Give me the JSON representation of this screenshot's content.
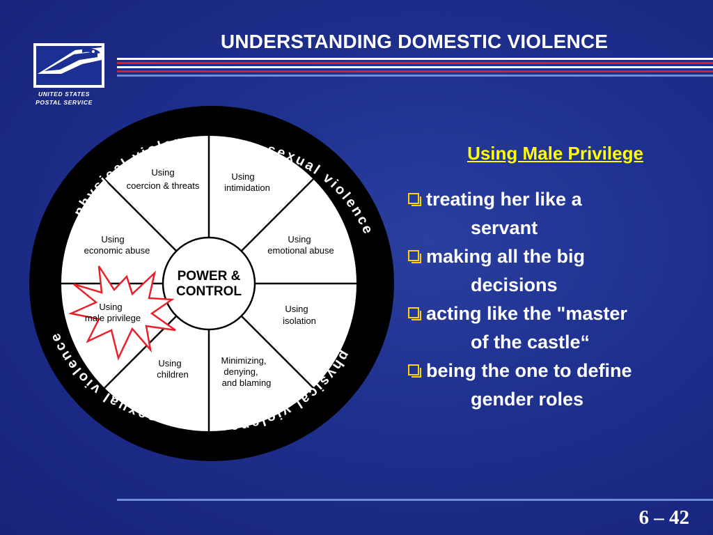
{
  "header": {
    "title": "UNDERSTANDING DOMESTIC VIOLENCE",
    "rule_colors": [
      "#ffffff",
      "#d4202b",
      "#ffffff",
      "#d4202b",
      "#ffffff"
    ]
  },
  "logo": {
    "line1": "UNITED STATES",
    "line2": "POSTAL SERVICE",
    "icon": "eagle-icon"
  },
  "wheel": {
    "outer_labels": [
      "physical violence",
      "sexual violence",
      "physical violence",
      "sexual violence"
    ],
    "center_line1": "POWER &",
    "center_line2": "CONTROL",
    "segments": [
      {
        "l1": "Using",
        "l2": "coercion & threats",
        "l3": ""
      },
      {
        "l1": "Using",
        "l2": "intimidation",
        "l3": ""
      },
      {
        "l1": "Using",
        "l2": "emotional abuse",
        "l3": ""
      },
      {
        "l1": "Using",
        "l2": "isolation",
        "l3": ""
      },
      {
        "l1": "Minimizing,",
        "l2": "denying,",
        "l3": "and blaming"
      },
      {
        "l1": "Using",
        "l2": "children",
        "l3": ""
      },
      {
        "l1": "Using",
        "l2": "male privilege",
        "l3": ""
      },
      {
        "l1": "Using",
        "l2": "economic abuse",
        "l3": ""
      }
    ],
    "highlighted_segment": "Using male privilege",
    "highlight_color": "#e8202a"
  },
  "panel": {
    "heading": "Using Male Privilege",
    "bullets": [
      {
        "l1": "treating her like a",
        "l2": "servant"
      },
      {
        "l1": "making all the big",
        "l2": "decisions"
      },
      {
        "l1": "acting like the \"master",
        "l2": "of the castle“"
      },
      {
        "l1": "being the one to define",
        "l2": "gender roles"
      }
    ]
  },
  "footer": {
    "page": "6 – 42"
  }
}
